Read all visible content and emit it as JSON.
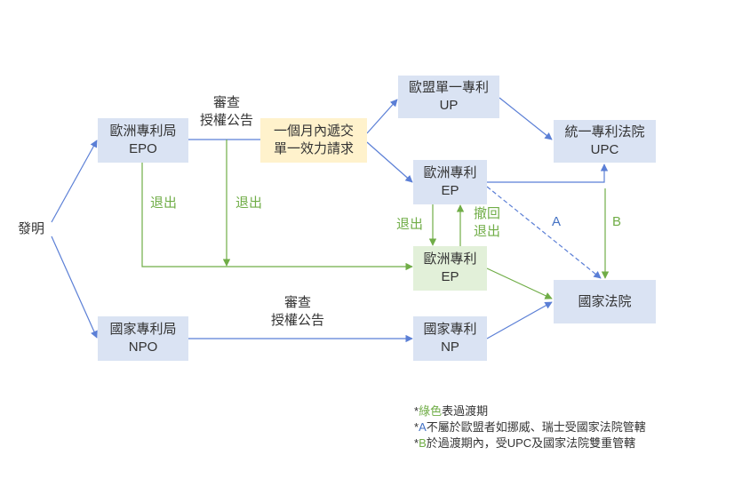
{
  "diagram": {
    "source_label": "發明",
    "nodes": {
      "epo": {
        "line1": "歐洲專利局",
        "line2": "EPO"
      },
      "npo": {
        "line1": "國家專利局",
        "line2": "NPO"
      },
      "request": {
        "line1": "一個月內遞交",
        "line2": "單一效力請求"
      },
      "up": {
        "line1": "歐盟單一專利",
        "line2": "UP"
      },
      "upc": {
        "line1": "統一專利法院",
        "line2": "UPC"
      },
      "ep_unitary": {
        "line1": "歐洲專利",
        "line2": "EP"
      },
      "ep_transition": {
        "line1": "歐洲專利",
        "line2": "EP"
      },
      "national_court": {
        "line1": "國家法院"
      },
      "np": {
        "line1": "國家專利",
        "line2": "NP"
      }
    },
    "edge_labels": {
      "epo_grant": {
        "line1": "審查",
        "line2": "授權公告"
      },
      "npo_grant": {
        "line1": "審查",
        "line2": "授權公告"
      },
      "opt_out_epo": "退出",
      "opt_out_grant": "退出",
      "opt_out_ep": "退出",
      "withdraw": {
        "line1": "撤回",
        "line2": "退出"
      },
      "a": "A",
      "b": "B"
    }
  },
  "notes": [
    {
      "prefix": "*",
      "highlight": "綠色",
      "text": "表過渡期"
    },
    {
      "prefix": "*",
      "highlight": "A",
      "text": "不屬於歐盟者如挪威、瑞士受國家法院管轄"
    },
    {
      "prefix": "*",
      "highlight": "B",
      "text": "於過渡期內，受UPC及國家法院雙重管轄"
    }
  ],
  "colors": {
    "box_blue": "#dae3f3",
    "box_yellow": "#fff2cc",
    "box_green": "#e2f0d9",
    "line_blue": "#5b7fd6",
    "line_green": "#70ad47",
    "text_blue": "#4472c4"
  }
}
